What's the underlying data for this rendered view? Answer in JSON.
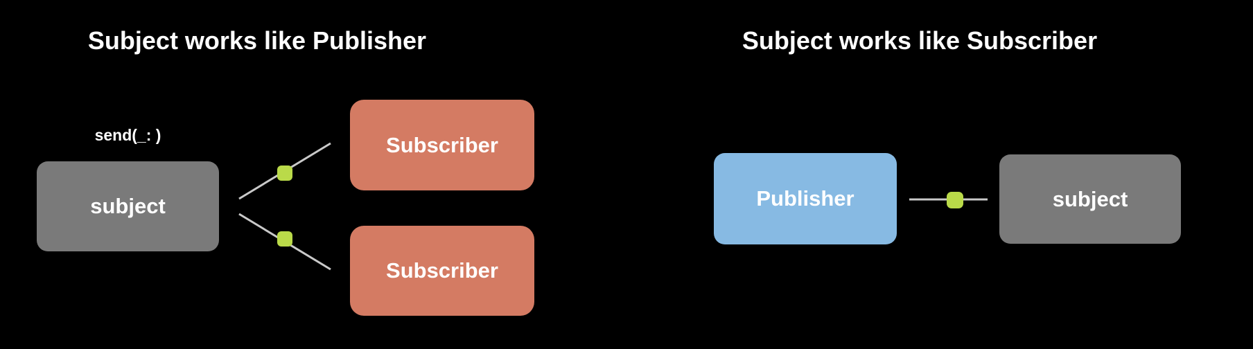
{
  "colors": {
    "bg": "#000000",
    "text": "#ffffff",
    "subject": "#7a7a7a",
    "subscriber": "#d47b63",
    "publisher": "#87bae3",
    "marker": "#bada49",
    "line": "#c9c9c9"
  },
  "left_panel": {
    "title": "Subject works like Publisher",
    "send_label": "send(_: )",
    "subject_node": "subject",
    "subscriber_nodes": [
      "Subscriber",
      "Subscriber"
    ]
  },
  "right_panel": {
    "title": "Subject works like Subscriber",
    "publisher_node": "Publisher",
    "subject_node": "subject"
  }
}
